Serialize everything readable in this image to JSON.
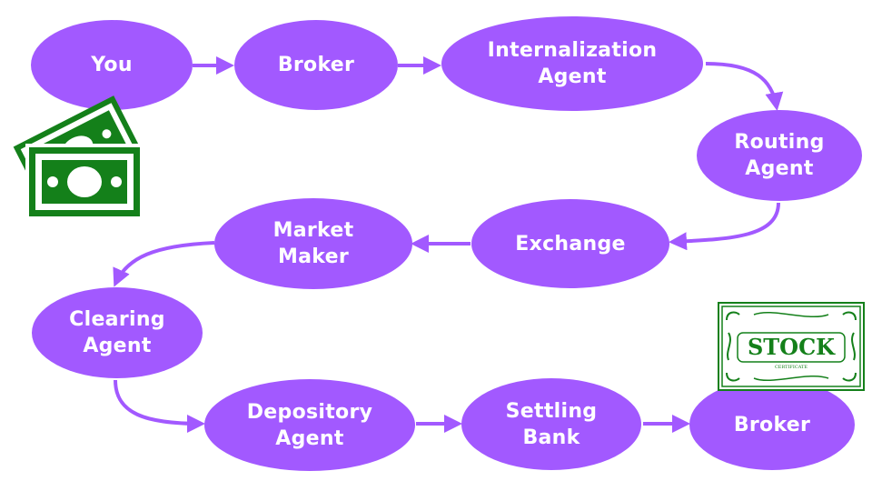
{
  "colors": {
    "node": "#a259ff",
    "arrow": "#a259ff",
    "money": "#14801a",
    "certificate": "#14801a"
  },
  "nodes": [
    {
      "id": "you",
      "label": "You"
    },
    {
      "id": "broker1",
      "label": "Broker"
    },
    {
      "id": "internalization",
      "label": "Internalization\nAgent"
    },
    {
      "id": "routing",
      "label": "Routing\nAgent"
    },
    {
      "id": "exchange",
      "label": "Exchange"
    },
    {
      "id": "market-maker",
      "label": "Market\nMaker"
    },
    {
      "id": "clearing",
      "label": "Clearing\nAgent"
    },
    {
      "id": "depository",
      "label": "Depository\nAgent"
    },
    {
      "id": "settling",
      "label": "Settling\nBank"
    },
    {
      "id": "broker2",
      "label": "Broker"
    }
  ],
  "icons": {
    "money": "money-bills-icon",
    "stock": "stock-certificate-icon"
  },
  "certificate": {
    "title": "STOCK",
    "subtitle": "CERTIFICATE"
  }
}
